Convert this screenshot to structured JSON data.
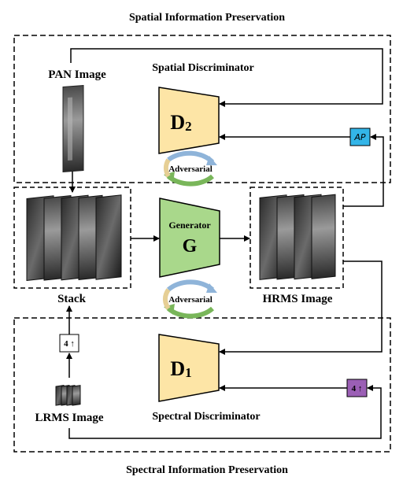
{
  "titles": {
    "top": "Spatial Information Preservation",
    "bottom": "Spectral Information Preservation"
  },
  "labels": {
    "pan_image": "PAN Image",
    "stack": "Stack",
    "hrms_image": "HRMS Image",
    "lrms_image": "LRMS Image",
    "spatial_discriminator": "Spatial Discriminator",
    "spectral_discriminator": "Spectral Discriminator"
  },
  "blocks": {
    "d2_main": "D",
    "d2_sub": "2",
    "d1_main": "D",
    "d1_sub": "1",
    "generator_label": "Generator",
    "generator_main": "G",
    "adversarial_top": "Adversarial",
    "adversarial_bottom": "Adversarial",
    "ap": "AP",
    "upsample_purple": "4 ↑",
    "upsample_lrms": "4 ↑"
  },
  "colors": {
    "discriminator_fill": "#fde5a6",
    "generator_fill": "#a9d88b",
    "ap_fill": "#33b5e8",
    "upsample_purple_fill": "#9b5fb5",
    "adversarial_green": "#79b65a",
    "adversarial_blue": "#8fb4d9",
    "adversarial_tan": "#e6cf95"
  }
}
